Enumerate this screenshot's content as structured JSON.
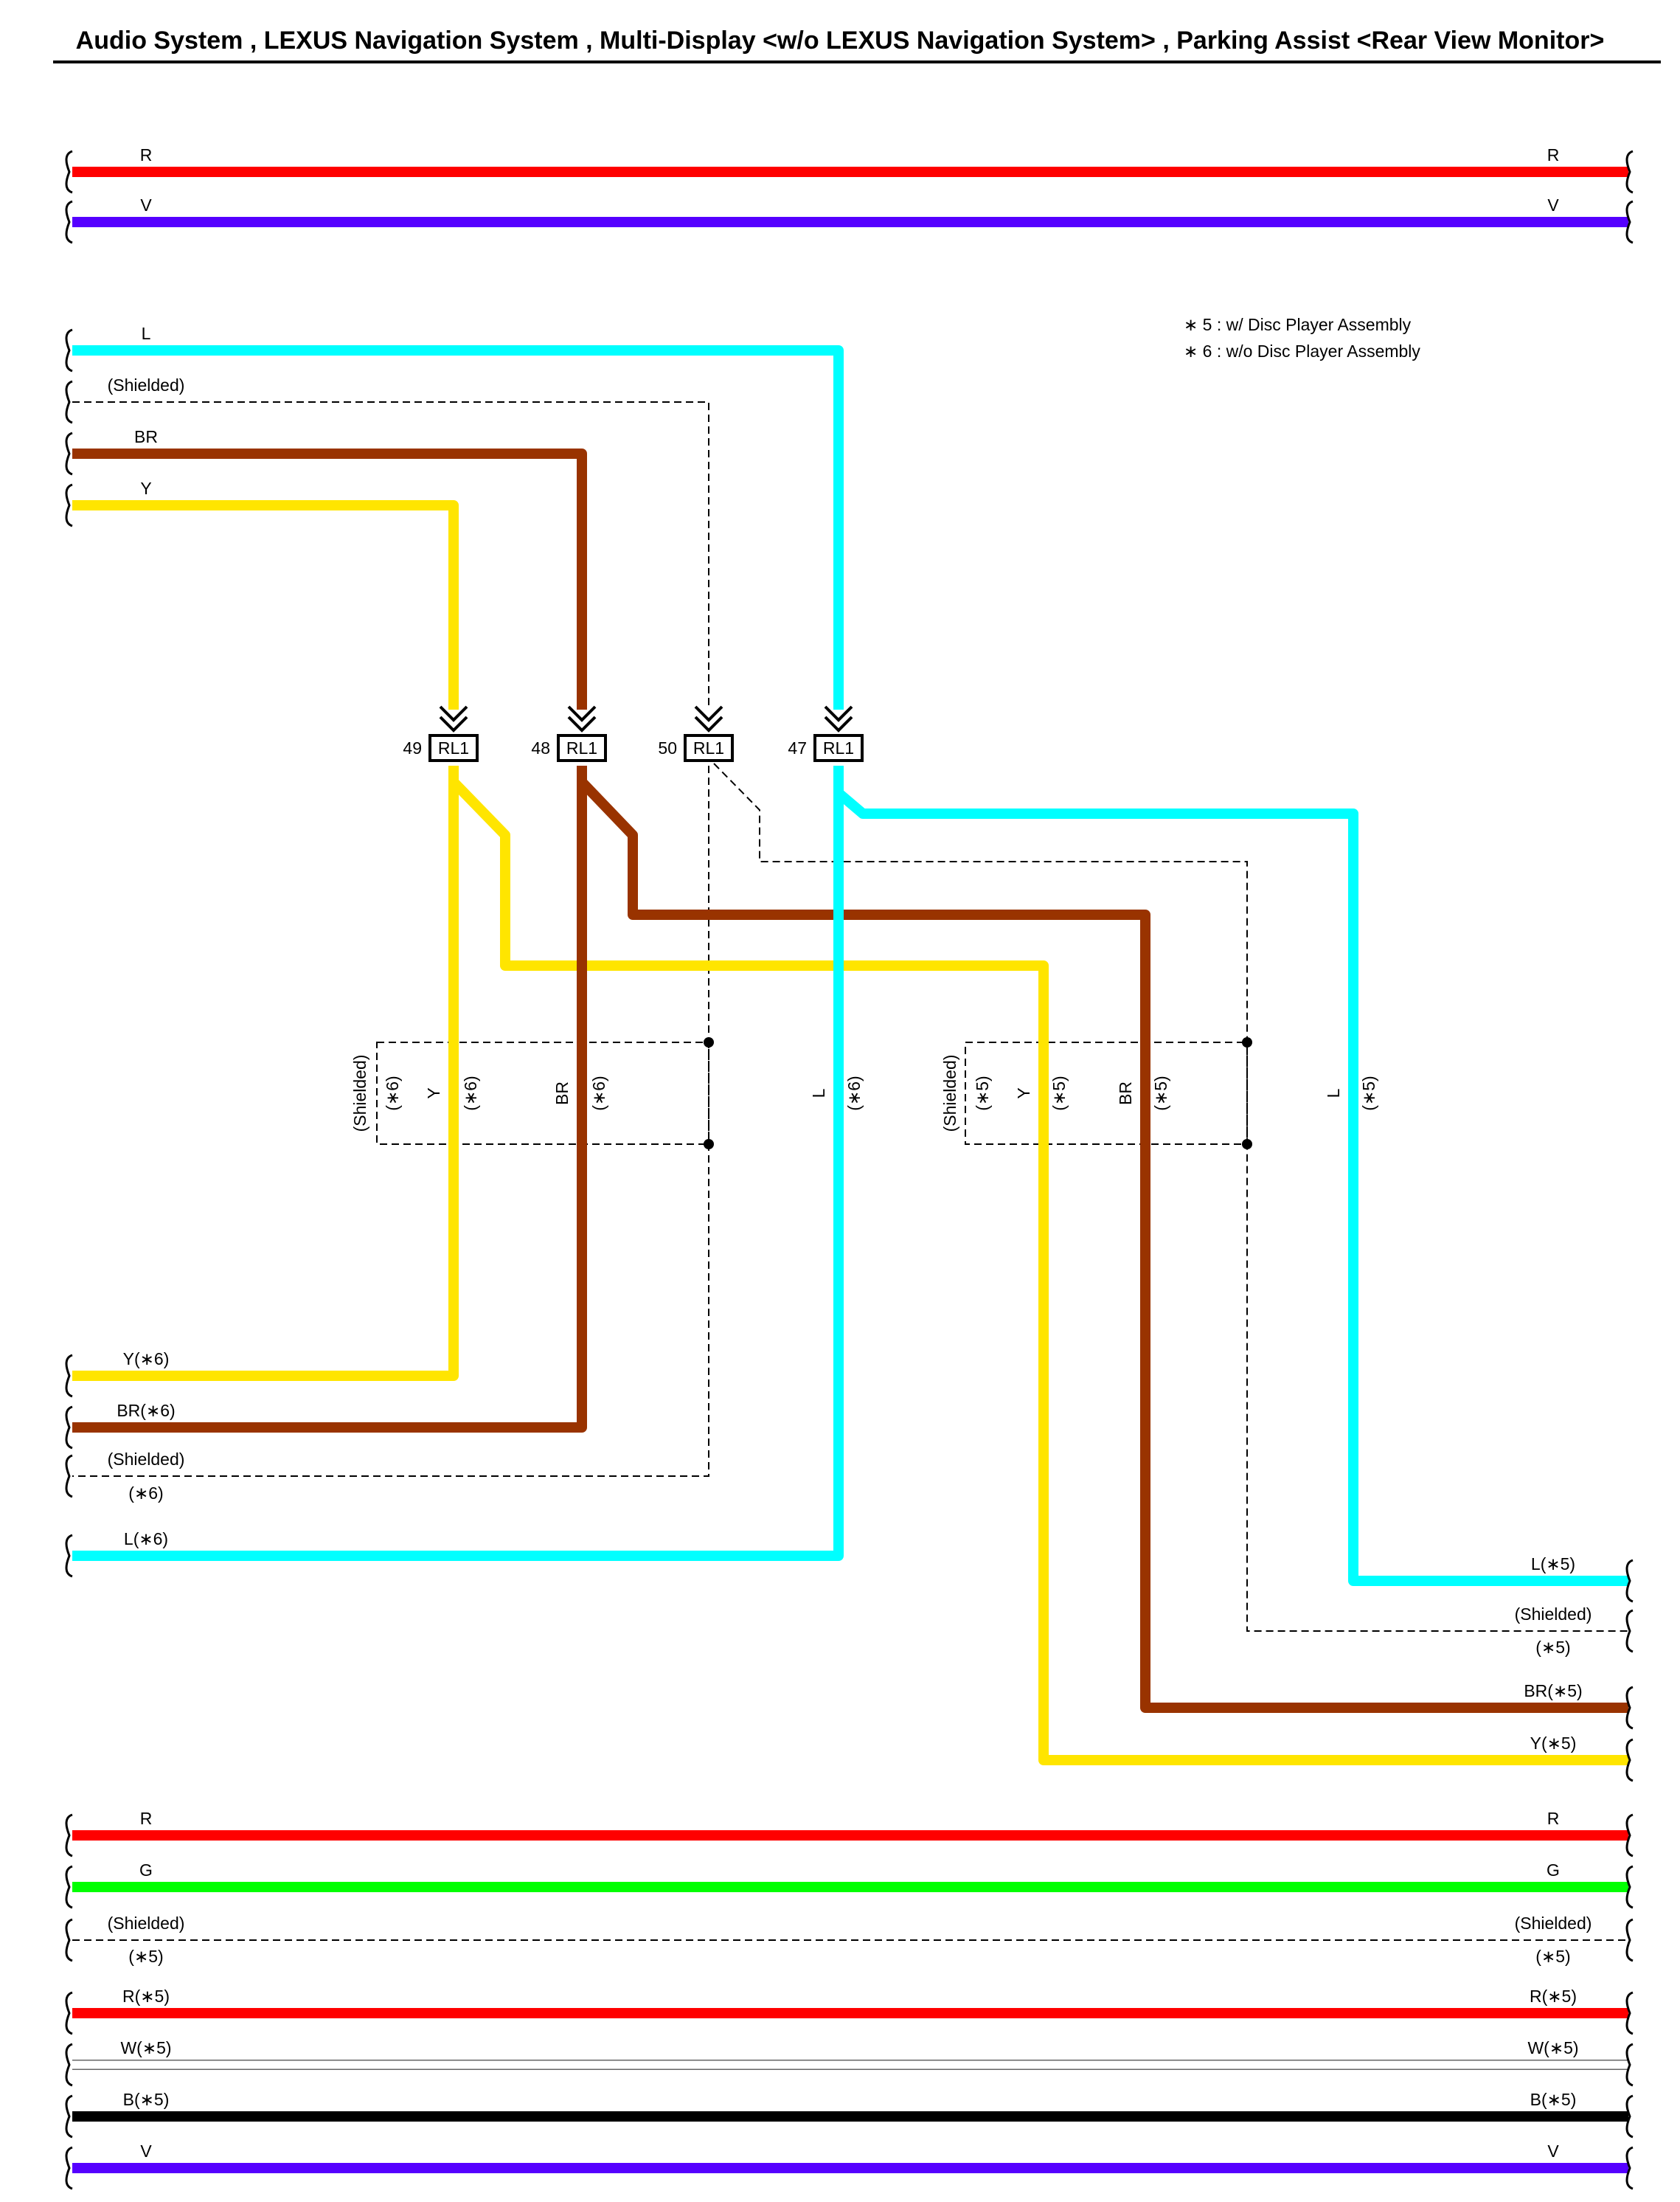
{
  "title": "Audio System , LEXUS Navigation System , Multi-Display <w/o LEXUS Navigation System> , Parking Assist <Rear View Monitor>",
  "colors": {
    "R": "#ff0000",
    "V": "#5500ff",
    "L": "#00ffff",
    "BR": "#993300",
    "Y": "#ffe500",
    "G": "#00ff00",
    "B": "#000000",
    "W": "#ffffff"
  },
  "notes": [
    "∗ 5 : w/ Disc Player Assembly",
    "∗ 6 : w/o Disc Player Assembly"
  ],
  "connectors": [
    {
      "id": "49",
      "label": "RL1"
    },
    {
      "id": "48",
      "label": "RL1"
    },
    {
      "id": "50",
      "label": "RL1"
    },
    {
      "id": "47",
      "label": "RL1"
    }
  ],
  "wires_top": [
    {
      "left": "R",
      "right": "R"
    },
    {
      "left": "V",
      "right": "V"
    }
  ],
  "wires_mid_left": [
    "L",
    "(Shielded)",
    "BR",
    "Y"
  ],
  "vertical_labels": {
    "g6_shielded": "(Shielded)",
    "g6_shielded_note": "(∗6)",
    "g6_y": "Y",
    "g6_y_note": "(∗6)",
    "g6_br": "BR",
    "g6_br_note": "(∗6)",
    "g6_l": "L",
    "g6_l_note": "(∗6)",
    "g5_shielded": "(Shielded)",
    "g5_shielded_note": "(∗5)",
    "g5_y": "Y",
    "g5_y_note": "(∗5)",
    "g5_br": "BR",
    "g5_br_note": "(∗5)",
    "g5_l": "L",
    "g5_l_note": "(∗5)"
  },
  "wires_lower_left": {
    "y": "Y(∗6)",
    "br": "BR(∗6)",
    "shielded": "(Shielded)",
    "shielded_note": "(∗6)",
    "l": "L(∗6)"
  },
  "wires_lower_right": {
    "l": "L(∗5)",
    "shielded": "(Shielded)",
    "shielded_note": "(∗5)",
    "br": "BR(∗5)",
    "y": "Y(∗5)"
  },
  "wires_bottom": [
    {
      "left": "R",
      "right": "R"
    },
    {
      "left": "G",
      "right": "G"
    },
    {
      "left": "(Shielded)",
      "right": "(Shielded)",
      "left_note": "(∗5)",
      "right_note": "(∗5)"
    },
    {
      "left": "R(∗5)",
      "right": "R(∗5)"
    },
    {
      "left": "W(∗5)",
      "right": "W(∗5)"
    },
    {
      "left": "B(∗5)",
      "right": "B(∗5)"
    },
    {
      "left": "V",
      "right": "V"
    }
  ]
}
